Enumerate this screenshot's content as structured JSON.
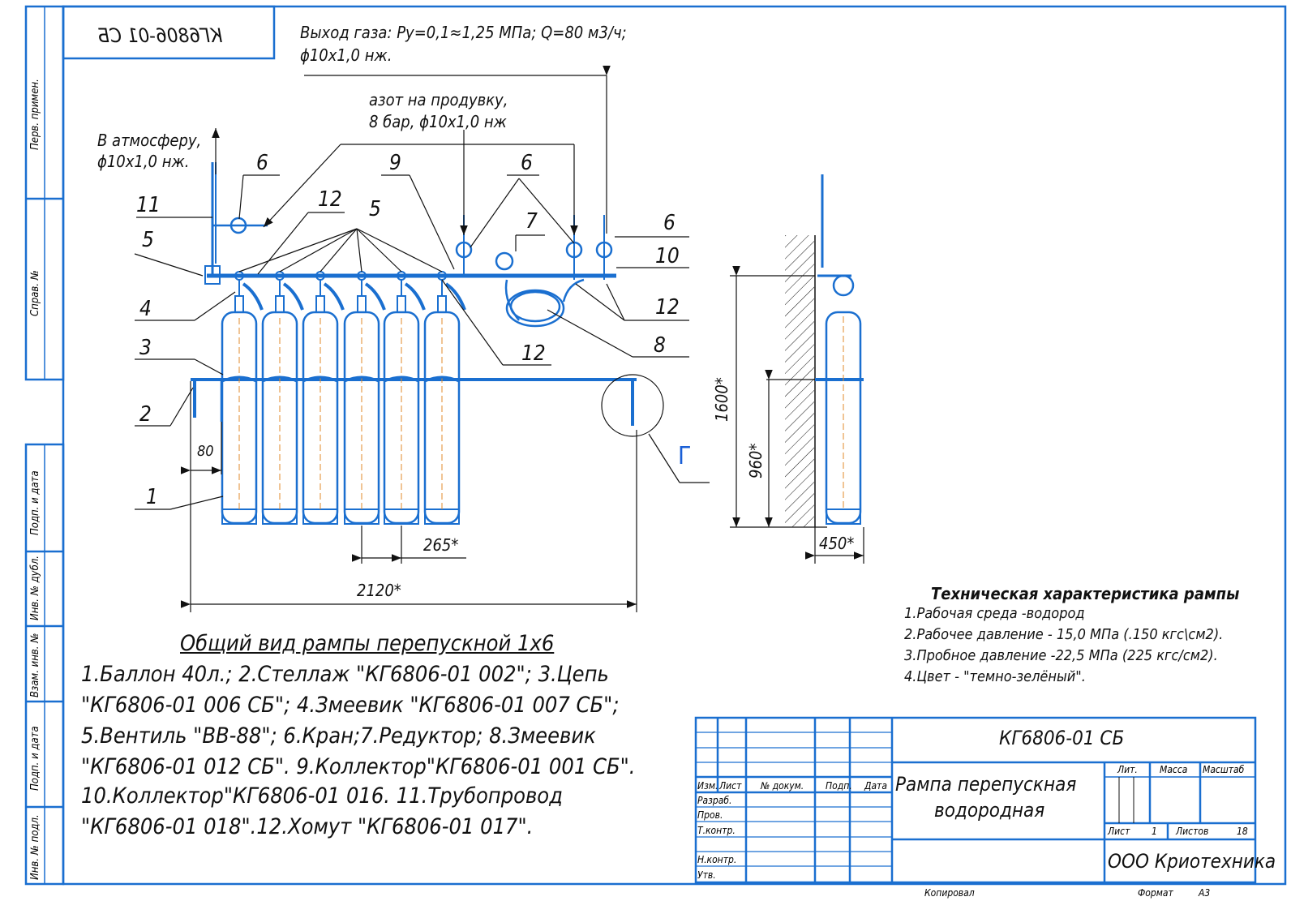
{
  "stamp_mirrored": "КГ6806-01 СБ",
  "annotations": {
    "gas_out_1": "Выход газа: Ру=0,1≈1,25 МПа; Q=80 м3/ч;",
    "gas_out_2": "ϕ10х1,0 нж.",
    "nitrogen_1": "азот на продувку,",
    "nitrogen_2": "8 бар, ϕ10х1,0 нж",
    "atm_1": "В  атмосферу,",
    "atm_2": "ϕ10х1,0 нж."
  },
  "callouts": {
    "c6a": "6",
    "c9": "9",
    "c6b": "6",
    "c11": "11",
    "c12a": "12",
    "c5a": "5",
    "c7": "7",
    "c6c": "6",
    "c5b": "5",
    "c10": "10",
    "c4": "4",
    "c12b": "12",
    "c3": "3",
    "c8": "8",
    "c12c": "12",
    "c2": "2",
    "cG": "Г",
    "c1": "1"
  },
  "dimensions": {
    "d80": "80",
    "d265": "265*",
    "d2120": "2120*",
    "d1600": "1600*",
    "d960": "960*",
    "d450": "450*"
  },
  "main_title": "Общий вид рампы перепускной 1х6",
  "legend": [
    "1.Баллон 40л.; 2.Стеллаж \"КГ6806-01 002\"; 3.Цепь",
    "\"КГ6806-01 006 СБ\"; 4.Змеевик \"КГ6806-01 007 СБ\";",
    "5.Вентиль \"ВВ-88\"; 6.Кран;7.Редуктор; 8.Змеевик",
    "\"КГ6806-01 012 СБ\". 9.Коллектор\"КГ6806-01 001 СБ\".",
    "10.Коллектор\"КГ6806-01 016. 11.Трубопровод",
    "\"КГ6806-01 018\".12.Хомут \"КГ6806-01 017\"."
  ],
  "tech": {
    "title": "Техническая характеристика рампы",
    "lines": [
      "1.Рабочая среда -водород",
      "2.Рабочее давление - 15,0 МПа (.150 кгс\\см2).",
      "3.Пробное давление -22,5 МПа (225 кгс/см2).",
      "4.Цвет - \"темно-зелёный\"."
    ]
  },
  "side_strip": [
    "Перв. примен.",
    "Справ. №",
    "Подп. и дата",
    "Инв. № дубл.",
    "Взам. инв. №",
    "Подп. и дата",
    "Инв. № подл."
  ],
  "title_block": {
    "code": "КГ6806-01 СБ",
    "name_1": "Рампа перепускная",
    "name_2": "водородная",
    "col_izm": "Изм.",
    "col_list": "Лист",
    "col_doc": "№ докум.",
    "col_sign": "Подп.",
    "col_date": "Дата",
    "rows": [
      "Разраб.",
      "Пров.",
      "Т.контр.",
      "Н.контр.",
      "Утв."
    ],
    "lit": "Лит.",
    "mass": "Масса",
    "scale": "Масштаб",
    "sheet_label": "Лист",
    "sheet": "1",
    "sheets_label": "Листов",
    "sheets": "18",
    "company": "ООО Криотехника"
  },
  "footer": {
    "copied": "Копировал",
    "format_label": "Формат",
    "format": "А3"
  },
  "colors": {
    "line": "#1a6fd0",
    "ink": "#111111",
    "cylinder_axis": "#e08a2a"
  }
}
